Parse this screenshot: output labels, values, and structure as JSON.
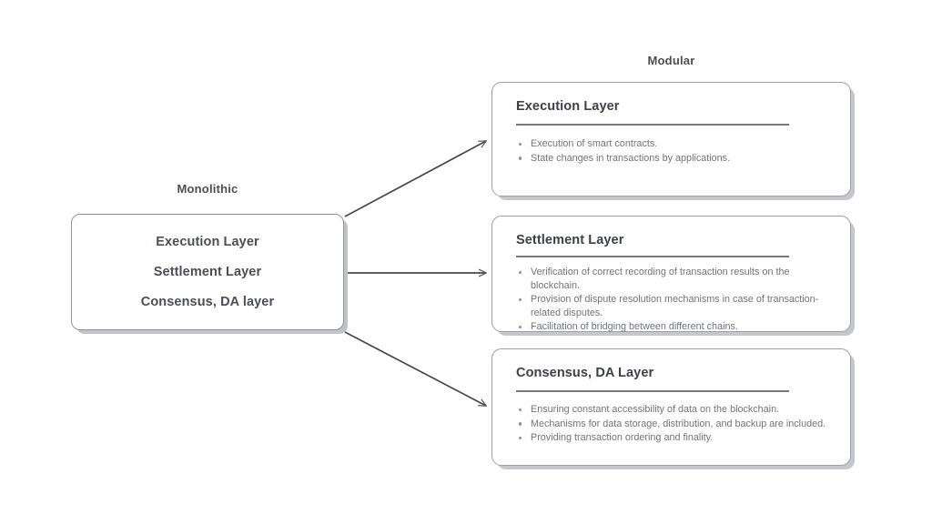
{
  "diagram": {
    "left_section": {
      "label": "Monolithic",
      "box_layers": [
        "Execution Layer",
        "Settlement Layer",
        "Consensus, DA layer"
      ]
    },
    "right_section": {
      "label": "Modular",
      "cards": [
        {
          "title": "Execution Layer",
          "bullets": [
            "Execution of smart contracts.",
            "State changes in transactions by applications."
          ]
        },
        {
          "title": "Settlement Layer",
          "bullets": [
            "Verification of correct recording of transaction results on the blockchain.",
            "Provision of dispute resolution mechanisms in case of transaction-related disputes.",
            "Facilitation of bridging between different chains."
          ]
        },
        {
          "title": "Consensus, DA Layer",
          "bullets": [
            "Ensuring constant accessibility of data on the blockchain.",
            "Mechanisms for data storage, distribution, and backup are included.",
            "Providing transaction ordering and finality."
          ]
        }
      ]
    },
    "colors": {
      "background": "#ffffff",
      "heading_text": "#3c4147",
      "body_text": "#70757b",
      "card_border": "#9aa0a6",
      "card_shadow": "#c4c8cc",
      "arrow": "#4a4f55",
      "divider_rule": "#74797f"
    },
    "connectors": [
      {
        "from": "monolithic-box",
        "to": "card-execution"
      },
      {
        "from": "monolithic-box",
        "to": "card-settlement"
      },
      {
        "from": "monolithic-box",
        "to": "card-consensus"
      }
    ]
  }
}
